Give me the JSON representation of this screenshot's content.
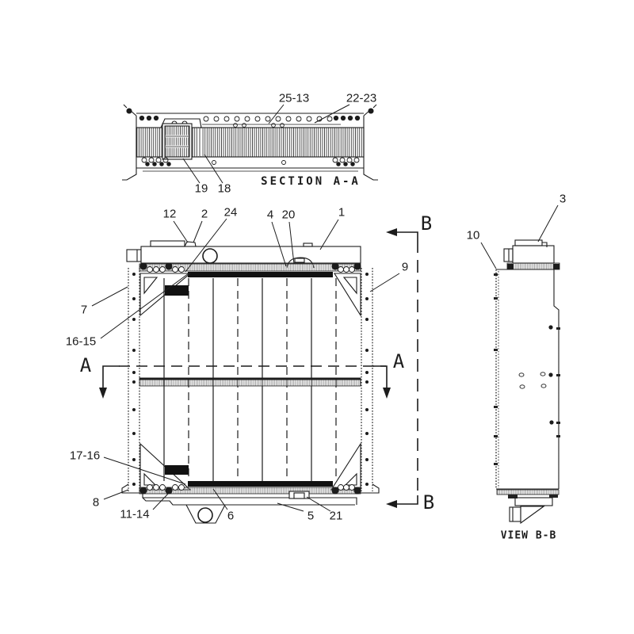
{
  "figure": {
    "type": "technical-parts-diagram",
    "colors": {
      "ink": "#1c1c1c",
      "background": "#ffffff",
      "hatch": "#666666"
    },
    "views": {
      "section_aa": {
        "title": "SECTION A-A",
        "callouts": {
          "c25_13": "25-13",
          "c22_23": "22-23",
          "c19": "19",
          "c18": "18"
        }
      },
      "front": {
        "callouts": {
          "c12": "12",
          "c2": "2",
          "c24": "24",
          "c4": "4",
          "c20": "20",
          "c1": "1",
          "c9": "9",
          "c7": "7",
          "c16_15": "16-15",
          "c17_16": "17-16",
          "c8": "8",
          "c11_14": "11-14",
          "c6": "6",
          "c5": "5",
          "c21": "21"
        },
        "markers": {
          "a_left": "A",
          "a_right": "A",
          "b_top": "B",
          "b_bottom": "B"
        }
      },
      "view_bb": {
        "title": "VIEW B-B",
        "callouts": {
          "c3": "3",
          "c10": "10"
        }
      }
    }
  }
}
